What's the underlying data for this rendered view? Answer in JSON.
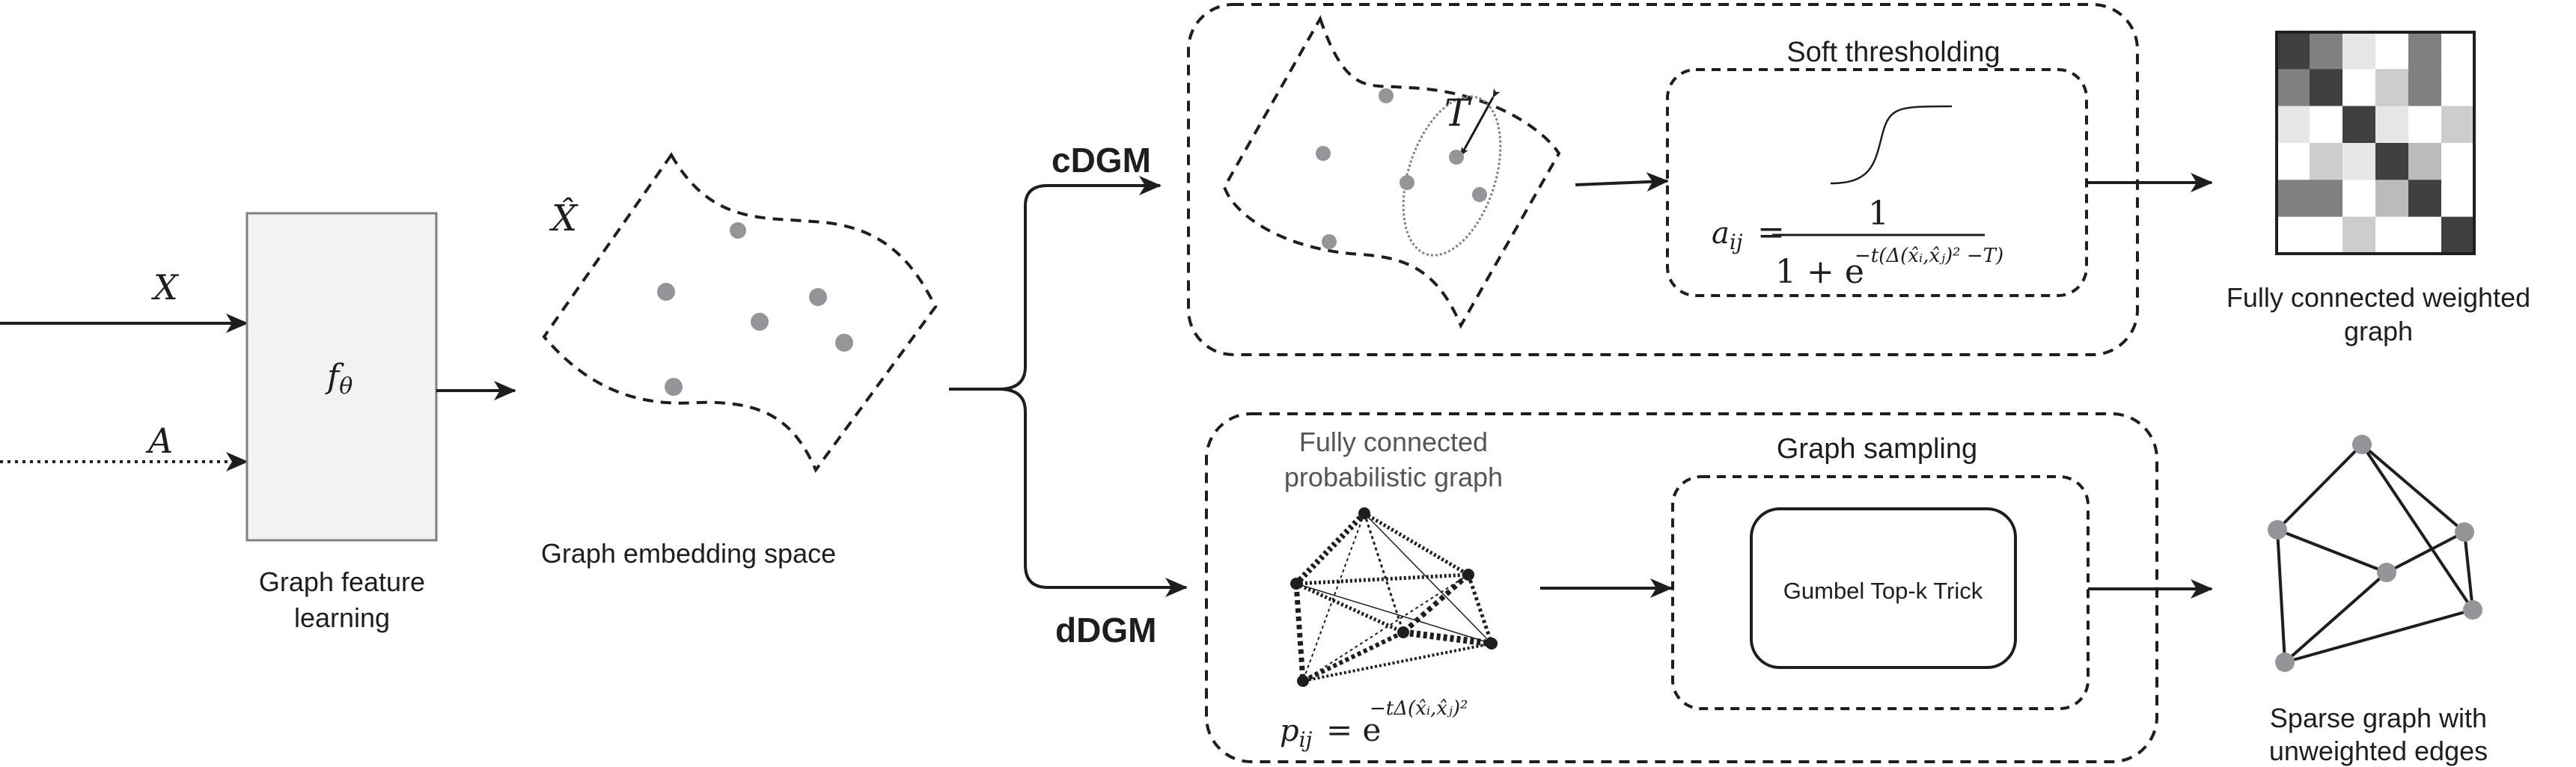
{
  "inputs": {
    "x_label": "X",
    "a_label": "A"
  },
  "feature_block": {
    "symbol": "f",
    "symbol_sub": "θ",
    "caption_line1": "Graph feature",
    "caption_line2": "learning"
  },
  "embedding": {
    "symbol": "X̂",
    "caption": "Graph embedding space"
  },
  "branches": {
    "top": "cDGM",
    "bottom": "dDGM"
  },
  "cdgm": {
    "threshold_symbol": "T",
    "soft_title": "Soft thresholding",
    "formula_lhs": "a",
    "formula_lhs_sub": "ij",
    "formula_eq": "=",
    "formula_num": "1",
    "formula_den": "1 + e",
    "formula_exp": "−t(Δ(x̂ᵢ,x̂ⱼ)² −T)",
    "output_caption_line1": "Fully connected weighted",
    "output_caption_line2": "graph",
    "matrix_shades": [
      [
        "#404040",
        "#808080",
        "#e6e6e6",
        "#ffffff",
        "#808080",
        "#ffffff"
      ],
      [
        "#808080",
        "#404040",
        "#ffffff",
        "#cccccc",
        "#808080",
        "#ffffff"
      ],
      [
        "#e6e6e6",
        "#ffffff",
        "#404040",
        "#e6e6e6",
        "#ffffff",
        "#cccccc"
      ],
      [
        "#ffffff",
        "#cccccc",
        "#e6e6e6",
        "#404040",
        "#bbbbbb",
        "#ffffff"
      ],
      [
        "#808080",
        "#808080",
        "#ffffff",
        "#bbbbbb",
        "#404040",
        "#ffffff"
      ],
      [
        "#ffffff",
        "#ffffff",
        "#cccccc",
        "#ffffff",
        "#ffffff",
        "#404040"
      ]
    ]
  },
  "ddgm": {
    "prob_title_line1": "Fully connected",
    "prob_title_line2": "probabilistic graph",
    "formula_lhs": "p",
    "formula_lhs_sub": "ij",
    "formula_eq": "= e",
    "formula_exp": "−tΔ(x̂ᵢ,x̂ⱼ)²",
    "sampling_title": "Graph sampling",
    "trick_label": "Gumbel Top-k Trick",
    "output_caption_line1": "Sparse graph with",
    "output_caption_line2": "unweighted edges"
  },
  "colors": {
    "ink": "#1e1e1e",
    "node_gray": "#939598",
    "box_fill": "#f2f2f2",
    "box_stroke": "#808080"
  }
}
